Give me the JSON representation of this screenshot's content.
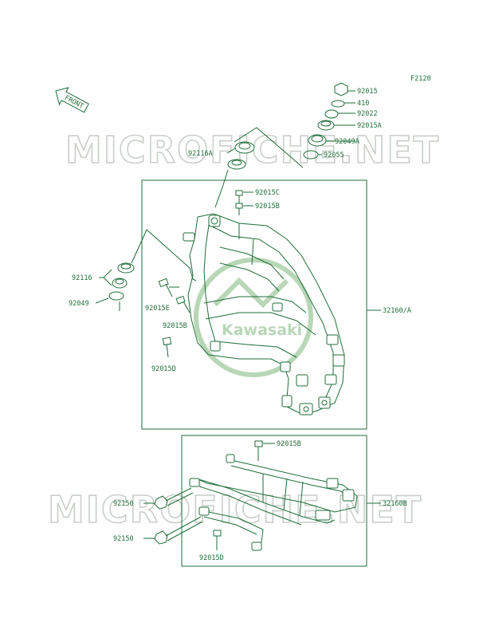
{
  "diagram_code": "F2120",
  "front_label": "FRONT",
  "watermark": "MICROFICHE.NET",
  "logo_text": "Kawasaki",
  "parts": {
    "p92015": "92015",
    "p410": "410",
    "p92022": "92022",
    "p92015A": "92015A",
    "p92049A": "92049A",
    "p92055": "92055",
    "p92116A": "92116A",
    "p92015C": "92015C",
    "p92015B_top": "92015B",
    "p92116": "92116",
    "p92049": "92049",
    "p92015E": "92015E",
    "p92015B_mid": "92015B",
    "p92015D_main": "92015D",
    "p32160A": "32160/A",
    "p92015B_sub": "92015B",
    "p92150_a": "92150",
    "p92150_b": "92150",
    "p32160B": "32160B",
    "p92015D_sub": "92015D"
  },
  "colors": {
    "ink": "#1f6e3a",
    "watermark": "#c9cfc9",
    "logo": "#b7d7b7"
  }
}
